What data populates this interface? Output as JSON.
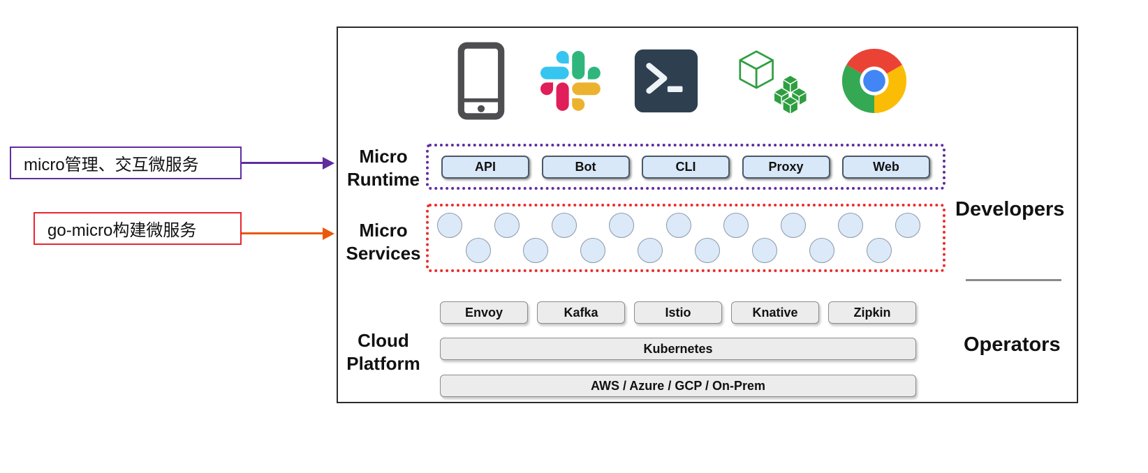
{
  "annotations": {
    "runtime_note": "micro管理、交互微服务",
    "services_note": "go-micro构建微服务"
  },
  "layers": {
    "runtime": {
      "label": "Micro Runtime",
      "items": [
        "API",
        "Bot",
        "CLI",
        "Proxy",
        "Web"
      ]
    },
    "services": {
      "label": "Micro Services",
      "circle_count": 17
    },
    "cloud": {
      "label": "Cloud Platform",
      "tools": [
        "Envoy",
        "Kafka",
        "Istio",
        "Knative",
        "Zipkin"
      ],
      "orchestrator": "Kubernetes",
      "infrastructure": "AWS / Azure / GCP / On-Prem"
    }
  },
  "roles": {
    "developers": "Developers",
    "operators": "Operators"
  },
  "icons": [
    "mobile-icon",
    "slack-icon",
    "terminal-icon",
    "containers-icon",
    "chrome-icon"
  ],
  "colors": {
    "runtime_border": "#5f2da0",
    "services_border": "#ee2b2b",
    "runtime_arrow": "#5f2da0",
    "services_arrow": "#e8590c",
    "chip_fill": "#d9e8f8",
    "bar_fill": "#ececec",
    "box_border": "#2b2b2b"
  }
}
